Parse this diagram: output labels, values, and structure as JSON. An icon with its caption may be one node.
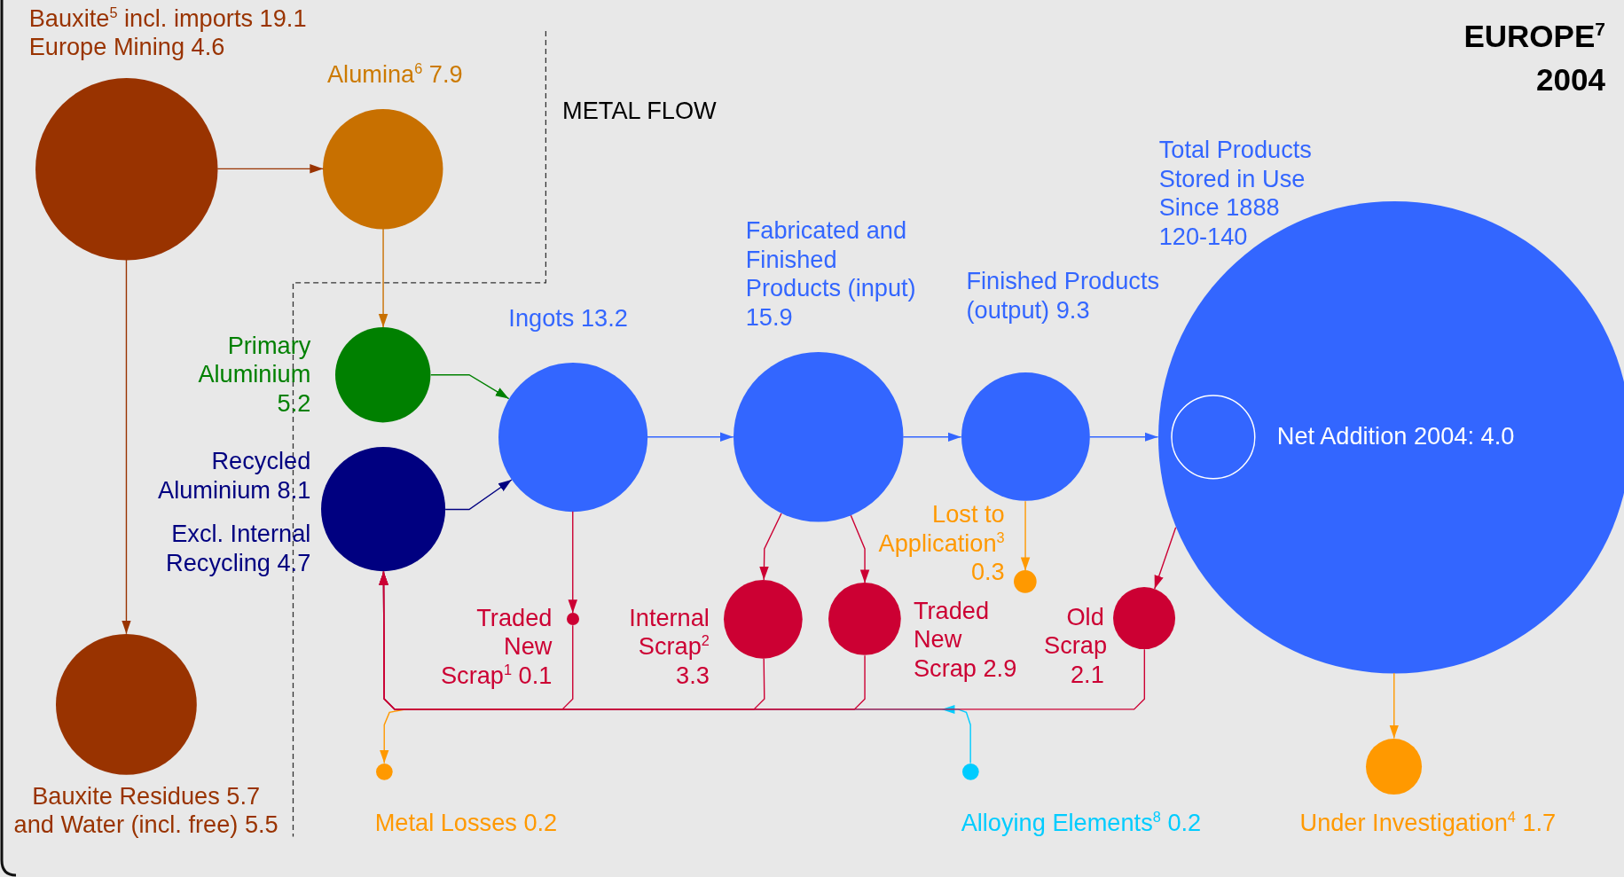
{
  "diagram": {
    "title": "EUROPE$^{7}$ 2004",
    "nodes": [
      {
        "text": [
          "Bauxite$^{5}$ incl. imports 19.1",
          "Europe Mining 4.6"
        ]
      },
      {
        "text": [
          "Alumina$^{6}$ 7.9"
        ]
      },
      {
        "text": [
          "Primary Aluminium 5.2"
        ]
      },
      {
        "text": [
          "Recycled Aluminium 8.1",
          "Excl. Internal Recycling 4.7"
        ]
      },
      {
        "text": [
          "Ingots 13.2"
        ]
      },
      {
        "text": [
          "Fabricated and Finished Products (input) 15.9"
        ]
      },
      {
        "text": [
          "Finished Products (output) 9.3"
        ]
      },
      {
        "text": [
          "Total Products Stored in Use Since 1888 120-140"
        ]
      },
      {
        "text": [
          "Net Addition 2004: 4.0"
        ],
        "in": 7
      },
      {
        "text": [
          "Bauxite Residues 5.7",
          "and Water (incl. free) 5.5"
        ]
      },
      {
        "text": [
          "Traded New Scrap$^{1}$ 0.1"
        ]
      },
      {
        "text": [
          "Internal Scrap$^{2}$ 3.3"
        ]
      },
      {
        "text": [
          "Traded New Scrap 2.9"
        ]
      },
      {
        "text": [
          "Lost to Application$^{3}$ 0.3"
        ]
      },
      {
        "text": [
          "Old Scrap 2.1"
        ]
      },
      {
        "text": [
          "Metal Losses 0.2"
        ]
      },
      {
        "text": [
          "Alloying Elements$^{8}$ 0.2"
        ]
      },
      {
        "text": [
          "Under Investigation$^{4}$ 1.7"
        ]
      }
    ],
    "edges": [
      {
        "from": 0,
        "to": 1,
        "arrow": "to",
        "color": "#993300"
      },
      {
        "from": 1,
        "to": 2,
        "arrow": "to",
        "color": "#c87000"
      },
      {
        "from": 0,
        "to": 9,
        "arrow": "to",
        "color": "#993300"
      },
      {
        "from": 2,
        "to": 4,
        "arrow": "to",
        "color": "#008000"
      },
      {
        "from": 3,
        "to": 4,
        "arrow": "to",
        "color": "#000080"
      },
      {
        "from": 4,
        "to": 5,
        "arrow": "to",
        "color": "#3366ff"
      },
      {
        "from": 5,
        "to": 6,
        "arrow": "to",
        "color": "#3366ff"
      },
      {
        "from": 6,
        "to": 7,
        "arrow": "to",
        "color": "#3366ff"
      },
      {
        "from": 4,
        "to": 10,
        "arrow": "to"
      },
      {
        "from": 5,
        "to": 11,
        "arrow": "to"
      },
      {
        "from": 5,
        "to": 12,
        "arrow": "to"
      },
      {
        "from": 6,
        "to": 13,
        "arrow": "to",
        "color": "#ff9900"
      },
      {
        "from": 7,
        "to": 14,
        "arrow": "to"
      },
      {
        "from": 7,
        "to": 17,
        "arrow": "to",
        "color": "#ff9900"
      },
      {
        "from": null,
        "to": 15,
        "arrow": "to",
        "color": "#ff9900"
      },
      {
        "from": 10,
        "to": 3,
        "arrow": "to"
      },
      {
        "from": 11,
        "to": 3,
        "arrow": "to"
      },
      {
        "from": 12,
        "to": 3,
        "arrow": "to"
      },
      {
        "from": 14,
        "to": 3,
        "arrow": "to"
      },
      {
        "from": 16,
        "to": 3,
        "arrow": "to",
        "color": "#00ccff"
      }
    ],
    "labels": [
      "METAL FLOW"
    ]
  }
}
